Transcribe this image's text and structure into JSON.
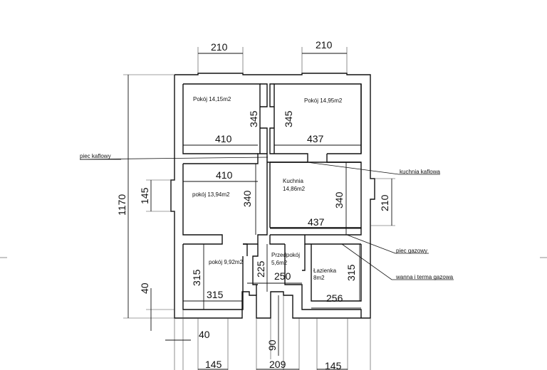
{
  "rooms": {
    "pokoj1": "Pokój 14,15m2",
    "pokoj2": "Pokój 14,95m2",
    "kuchnia_l1": "Kuchnia",
    "kuchnia_l2": "14,86m2",
    "pokoj3": "pokój 13,94m2",
    "pokoj4": "pokój 9,92m2",
    "przedpokoj_l1": "Przedpokój",
    "przedpokoj_l2": "5,6m2",
    "lazienka_l1": "Łazienka",
    "lazienka_l2": "8m2"
  },
  "notes": {
    "piec_kaflowy": "piec kaflowy",
    "kuchnia_kaflowa": "kuchnia kaflowa",
    "piec_gazowy": "piec gazowy",
    "wanna": "wanna i terma gazowa"
  },
  "dims": {
    "w_top_left": "210",
    "w_top_right": "210",
    "total_height": "1170",
    "r1_w": "410",
    "r1_h": "345",
    "r2_w": "437",
    "r2_h": "345",
    "r3_w": "410",
    "r3_h": "340",
    "win_left": "145",
    "k_w": "437",
    "k_h": "340",
    "win_right": "210",
    "r4_w": "315",
    "r4_h": "315",
    "door_225": "225",
    "hall_w": "250",
    "bath_w": "256",
    "bath_h": "315",
    "d_40_v": "40",
    "d_40_h": "40",
    "d_90": "90",
    "b_145_l": "145",
    "b_209": "209",
    "b_145_r": "145"
  }
}
